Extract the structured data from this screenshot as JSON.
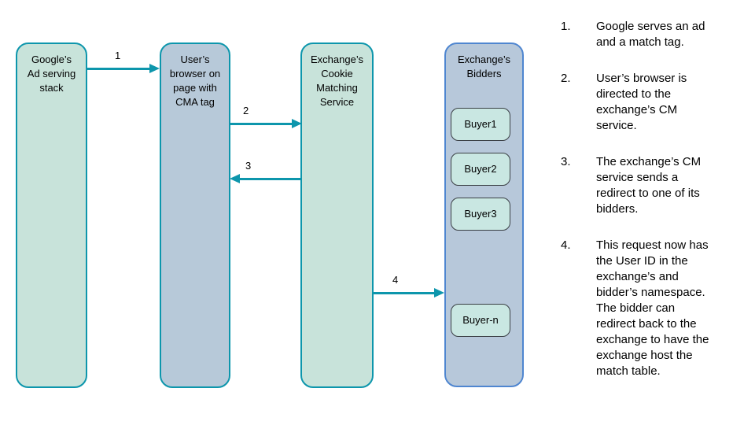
{
  "diagram": {
    "nodes": {
      "google": {
        "label": "Google’s Ad serving stack"
      },
      "browser": {
        "label": "User’s browser on page with CMA tag"
      },
      "cm_service": {
        "label": "Exchange’s Cookie Matching Service"
      },
      "bidders": {
        "label": "Exchange’s Bidders"
      }
    },
    "buyers": [
      {
        "label": "Buyer1"
      },
      {
        "label": "Buyer2"
      },
      {
        "label": "Buyer3"
      },
      {
        "label": "Buyer-n"
      }
    ],
    "arrows": [
      {
        "label": "1"
      },
      {
        "label": "2"
      },
      {
        "label": "3"
      },
      {
        "label": "4"
      }
    ]
  },
  "steps": [
    {
      "number": "1.",
      "text": "Google serves an ad and a match tag."
    },
    {
      "number": "2.",
      "text": "User’s browser is directed to the exchange’s CM service."
    },
    {
      "number": "3.",
      "text": "The exchange’s CM service sends a redirect to one of its bidders."
    },
    {
      "number": "4.",
      "text": "This request now has the User ID in the exchange’s and bidder’s namespace. The bidder can redirect back to the exchange to have the exchange host the match table."
    }
  ],
  "colors": {
    "background": "#ffffff",
    "text": "#000000",
    "green_fill": "#c8e3da",
    "blue_fill": "#b7c9d9",
    "bidders_fill": "#b7c8da",
    "teal_border": "#0d96ac",
    "bidders_border": "#4f86d0",
    "buyer_fill": "#c9e7e2",
    "buyer_border": "#3a3f44",
    "arrow": "#0d96ac"
  }
}
